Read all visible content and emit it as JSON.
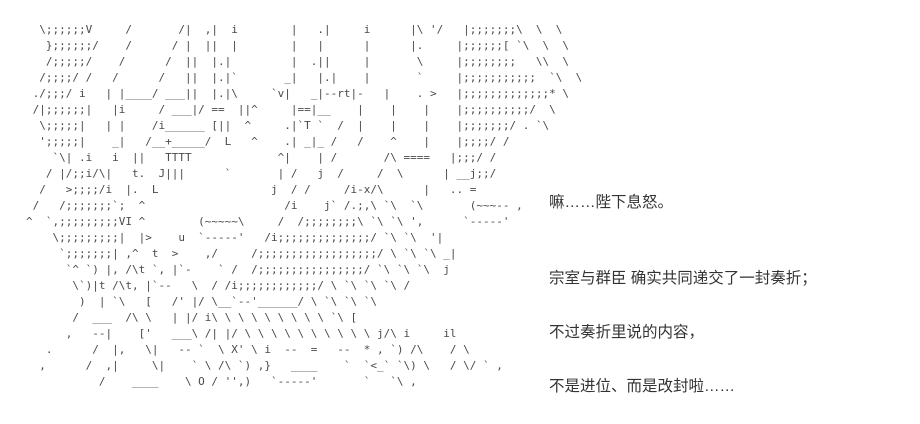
{
  "scene": {
    "background_color": "#ffffff",
    "art_color": "#4a4a4a",
    "text_color": "#333333",
    "description": "ascii-art character portrait with dialogue"
  },
  "ascii_art": {
    "lines": [
      "  \\;;;;;;V     /       /|  ,|  i        |   .|     i      |\\ '/   |;;;;;;;\\  \\  \\",
      "   };;;;;;/    /      / |  ||  |        |   |      |      |.     |;;;;;;[ `\\  \\  \\",
      "   /;;;;;/    /      /  ||  |.|         |  .||     |       \\     |;;;;;;;;   \\\\  \\",
      "  /;;;;/ /   /      /   ||  |.|`       _|   |.|    |       `     |;;;;;;;;;;;  `\\  \\",
      " ./;;;/ i   | |____/ ___||  |.|\\     `v|   _|--rt|-   |    . >   |;;;;;;;;;;;;;* \\",
      " /|;;;;;;|   |i     / ___|/ ==  ||^     |==|__    |    |    |    |;;;;;;;;;;/  \\",
      "  \\;;;;;|   | |    /i______ [||  ^     .|`T `  /  |    |    |    |;;;;;;;/ . `\\",
      "  ';;;;;|    _|   /__+_____/  L   ^    .| _|_ /   /    ^    |    |;;;;/ /",
      "    `\\| .i   i  ||   TTTT             ^|    | /       /\\ ====   |;;;/ /",
      "   / |/;;i/\\|   t.  J|||      `       | /   j  /     /  \\      | __j;;/",
      "  /   >;;;;/i  |.  L                 j  / /     /i-x/\\      |   .. =",
      " /   /;;;;;;;`;  ^                     /i    j` /.;,\\ `\\  `\\       (~~~-- ,",
      "^  `,;;;;;;;;;VI ^        (~~~~~\\     /  /;;;;;;;;\\ `\\ `\\ ',      `-----'",
      "    \\;;;;;;;;;|  |>    u  `-----'   /i;;;;;;;;;;;;;;/ `\\ `\\  '|",
      "     `;;;;;;;| ,^  t  >    ,/     /;;;;;;;;;;;;;;;;;;/ \\ `\\ `\\ _|",
      "      `^ `) |, /\\t `, |`-    ` /  /;;;;;;;;;;;;;;;;/ `\\ `\\ `\\  j",
      "       \\`)|t /\\t, |`--   \\  / /i;;;;;;;;;;;;/ \\ `\\ `\\ `\\ /",
      "        )  | `\\   [   /' |/ \\__`--'______/ \\ `\\ `\\ `\\",
      "       /  ___  /\\ \\   | |/ i\\ \\ \\ \\ \\ \\ \\ \\ \\ `\\ [",
      "      ,   --|    ['   ___\\ /| |/ \\ \\ \\ \\ \\ \\ \\ \\ \\ \\ j/\\ i     il",
      "   .      /  |,   \\|   -- `  \\ X' \\ i  --  =   --  * , `) /\\    / \\",
      "  ,      /  ,|     \\|    ` \\ /\\ `) ,}   ____    `  `<_` `\\) \\   / \\/ ` ,",
      "           /    ____    \\ O / '',)   `-----'       `   `\\ ,"
    ]
  },
  "dialogue": {
    "line1": "嘛……陛下息怒。",
    "para2": [
      "宗室与群臣 确实共同递交了一封奏折；",
      "不过奏折里说的内容，",
      "不是进位、而是改封啦……"
    ]
  }
}
